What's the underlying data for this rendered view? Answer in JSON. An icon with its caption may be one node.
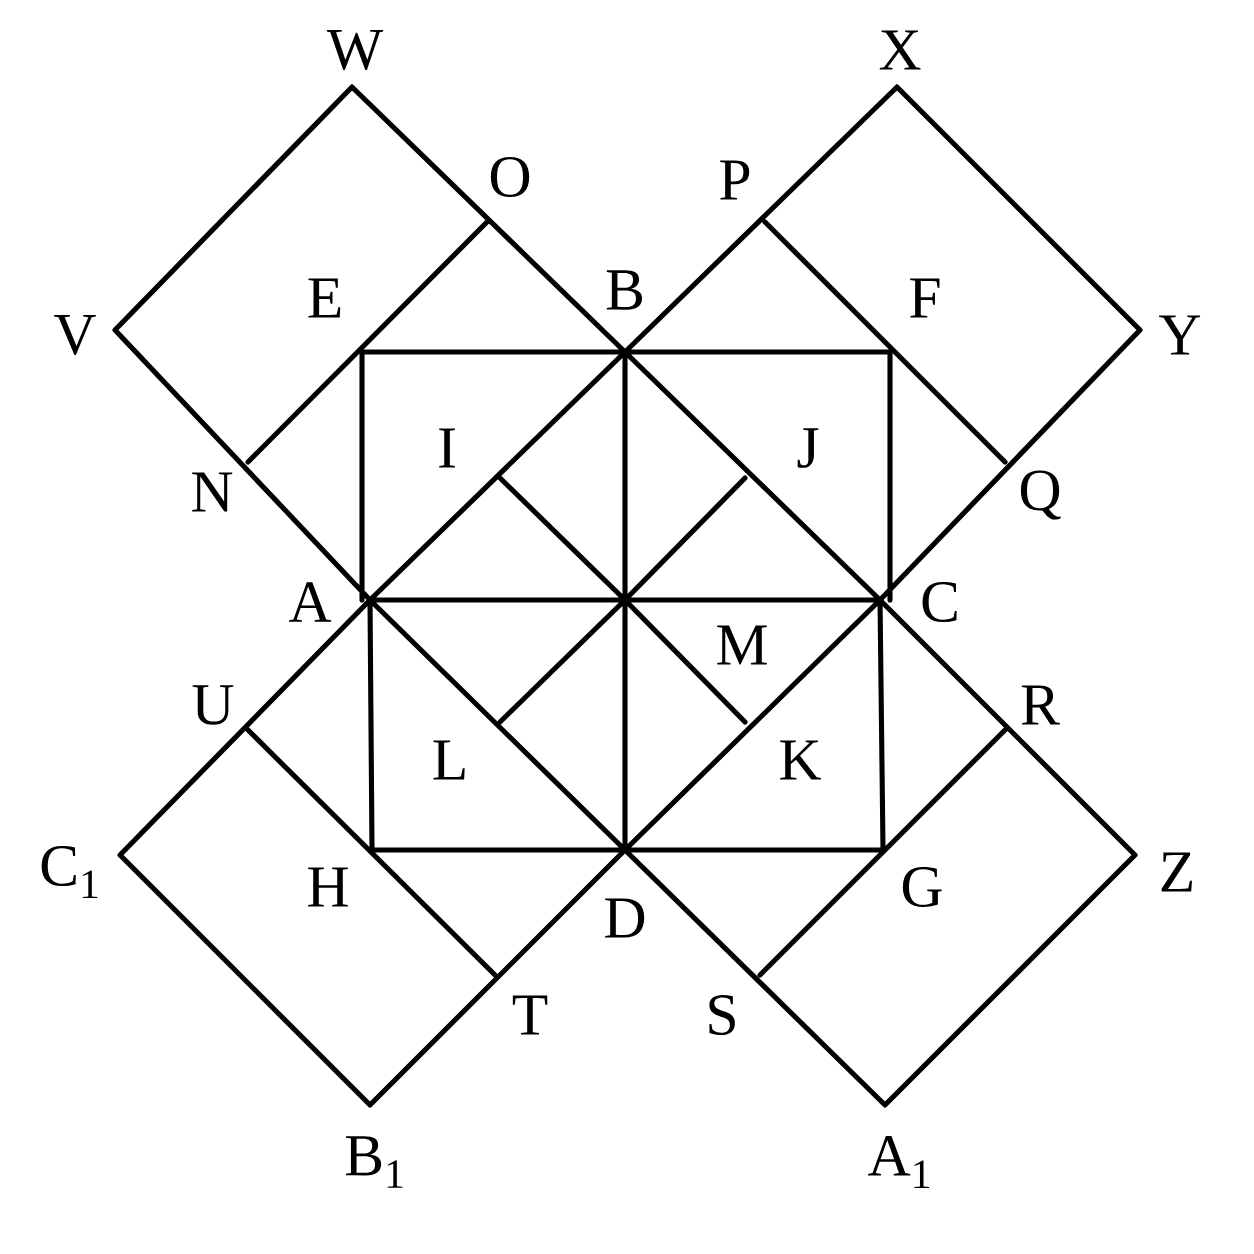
{
  "diagram": {
    "labels": [
      "W",
      "X",
      "O",
      "P",
      "E",
      "B",
      "F",
      "V",
      "Y",
      "I",
      "J",
      "N",
      "Q",
      "A",
      "C",
      "M",
      "U",
      "R",
      "L",
      "K",
      "C$_{1}$",
      "H",
      "G",
      "Z",
      "D",
      "T",
      "S",
      "B$_{1}$",
      "A$_{1}$"
    ]
  }
}
